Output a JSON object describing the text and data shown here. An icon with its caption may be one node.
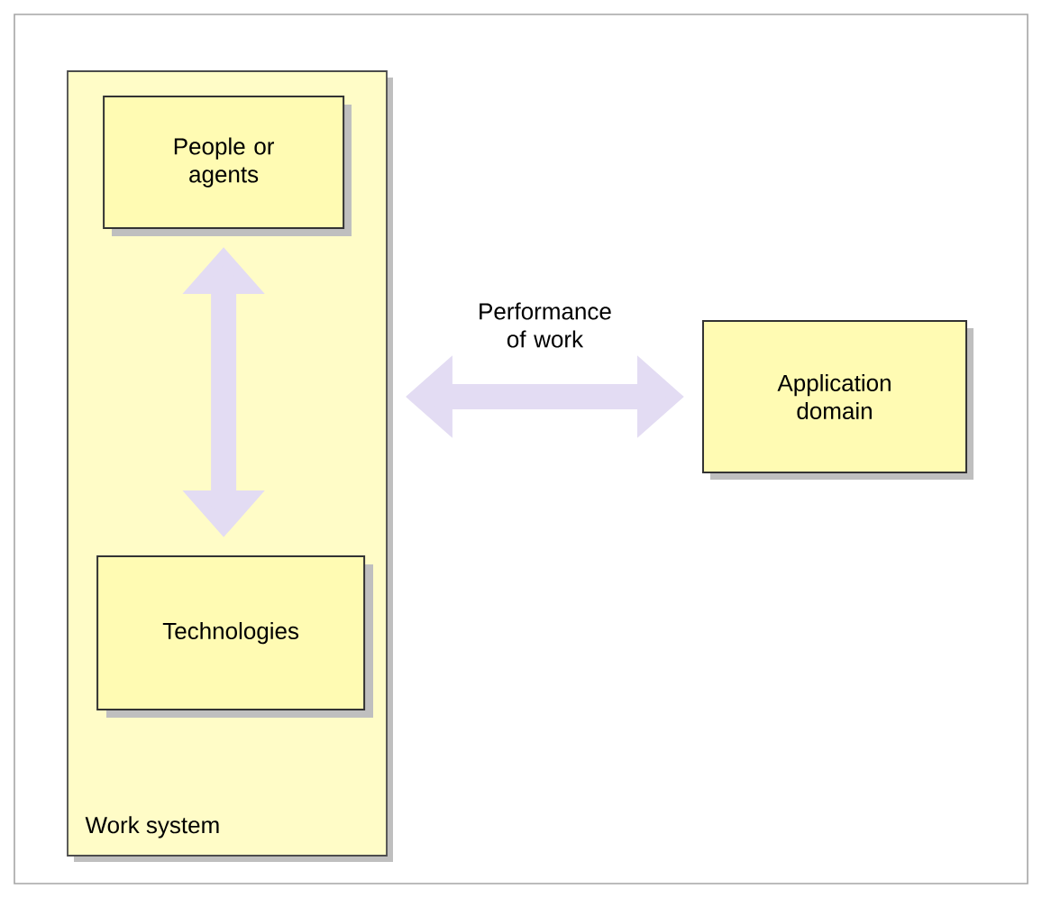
{
  "diagram": {
    "nodes": [
      {
        "text": [
          "Work system"
        ]
      },
      {
        "text": [
          "People or agents"
        ],
        "in": 0
      },
      {
        "text": [
          "Technologies"
        ],
        "in": 0
      },
      {
        "text": [
          "Application domain"
        ]
      }
    ],
    "edges": [
      {
        "from": 1,
        "to": 2,
        "arrow": "both"
      },
      {
        "from": 0,
        "to": 3,
        "arrow": "both",
        "label": "Performance of work"
      }
    ]
  }
}
